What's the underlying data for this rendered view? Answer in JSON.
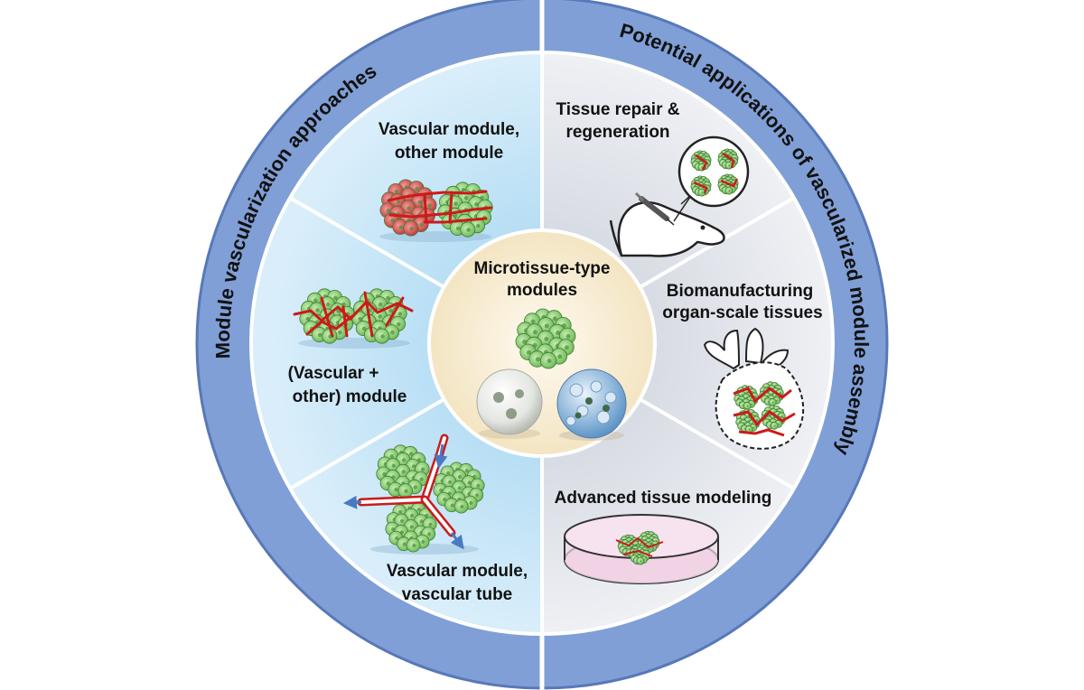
{
  "ring": {
    "left_title": "Module vascularization approaches",
    "right_title": "Potential applications of vascularized module assembly"
  },
  "center": {
    "title_line1": "Microtissue-type",
    "title_line2": "modules"
  },
  "left_segments": [
    {
      "line1": "Vascular module,",
      "line2": "other module"
    },
    {
      "line1": "(Vascular +",
      "line2": "other) module"
    },
    {
      "line1": "Vascular module,",
      "line2": "vascular tube"
    }
  ],
  "right_segments": [
    {
      "line1": "Tissue repair &",
      "line2": "regeneration"
    },
    {
      "line1": "Biomanufacturing",
      "line2": "organ-scale tissues"
    },
    {
      "line1": "Advanced tissue modeling",
      "line2": ""
    }
  ],
  "icons": {
    "top_left": "vascular-and-other-spheroid-pair-icon",
    "middle_left": "vascularized-spheroid-pair-icon",
    "bottom_left": "spheroids-with-vascular-tube-icon",
    "center": "microtissue-spheroid-icon",
    "top_right": "mouse-injection-icon",
    "middle_right": "heart-tissue-icon",
    "bottom_right": "petri-dish-icon"
  },
  "colors": {
    "ring": "#7f9fd6",
    "ring_border": "#5878b8",
    "left_fill": "#bfe2f5",
    "right_fill": "#dfe3ea",
    "center_fill": "#f7efd6",
    "vessel_red": "#cc1a1a",
    "cell_green": "#8ccf72",
    "cell_red": "#e05a5a"
  }
}
